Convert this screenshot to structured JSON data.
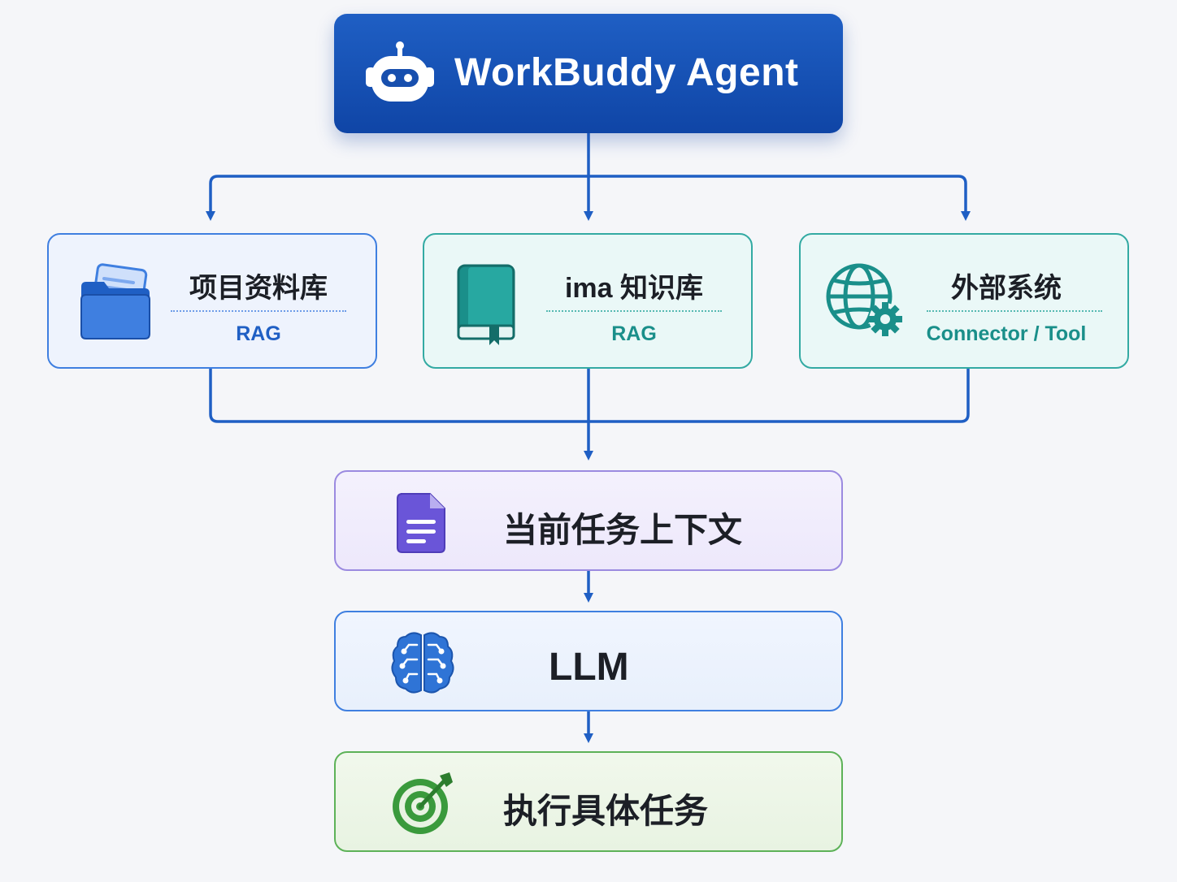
{
  "agent": {
    "title": "WorkBuddy Agent",
    "icon": "robot-icon"
  },
  "sources": [
    {
      "title": "项目资料库",
      "subtitle": "RAG",
      "icon": "folder-icon",
      "accent": "#1f5fc4"
    },
    {
      "title": "ima 知识库",
      "subtitle": "RAG",
      "icon": "book-icon",
      "accent": "#1a8f8a"
    },
    {
      "title": "外部系统",
      "subtitle": "Connector / Tool",
      "icon": "globe-gear-icon",
      "accent": "#1a8f8a"
    }
  ],
  "stages": [
    {
      "label": "当前任务上下文",
      "icon": "document-icon",
      "accent": "#6a55d8"
    },
    {
      "label": "LLM",
      "icon": "brain-icon",
      "accent": "#2f74d6"
    },
    {
      "label": "执行具体任务",
      "icon": "target-icon",
      "accent": "#3a9a3c"
    }
  ],
  "colors": {
    "connector": "#1f5fc4",
    "background": "#f5f6f9"
  }
}
